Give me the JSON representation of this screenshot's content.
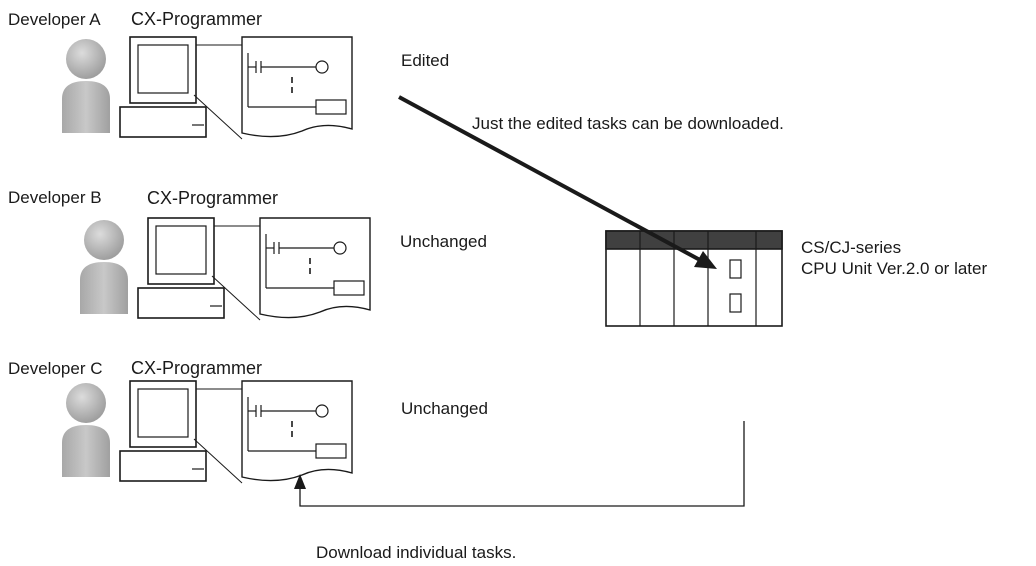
{
  "developers": [
    {
      "name": "Developer A",
      "tool": "CX-Programmer",
      "status": "Edited"
    },
    {
      "name": "Developer B",
      "tool": "CX-Programmer",
      "status": "Unchanged"
    },
    {
      "name": "Developer C",
      "tool": "CX-Programmer",
      "status": "Unchanged"
    }
  ],
  "plc": {
    "line1": "CS/CJ-series",
    "line2": "CPU Unit Ver.2.0 or later"
  },
  "annotations": {
    "download_edited": "Just the edited tasks can be downloaded.",
    "download_individual": "Download individual tasks."
  },
  "colors": {
    "person": "#b3b3b3",
    "plc_header": "#404040",
    "stroke": "#1a1a1a"
  }
}
